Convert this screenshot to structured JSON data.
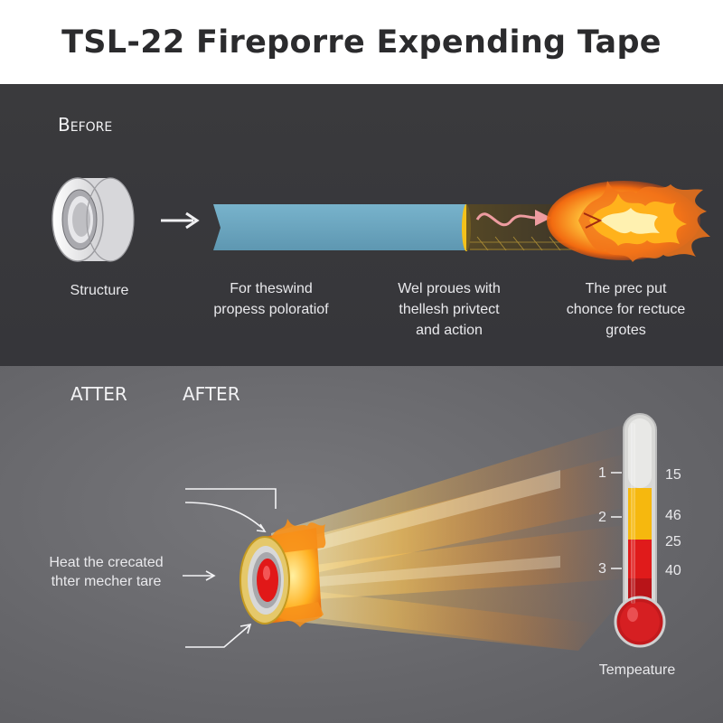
{
  "title": "TSL-22 Fireporre Expending Tape",
  "before": {
    "label": "Before",
    "captions": [
      {
        "lines": [
          "Structure"
        ]
      },
      {
        "lines": [
          "For theswind",
          "propess poloratiof"
        ]
      },
      {
        "lines": [
          "Wel proues with",
          "thellesh privtect",
          "and action"
        ]
      },
      {
        "lines": [
          "The prec put",
          "chonce for rectuce",
          "grotes"
        ]
      }
    ]
  },
  "after": {
    "labels": [
      "ATTER",
      "AFTER"
    ],
    "heat_caption": [
      "Heat the crecated",
      "thter mecher tare"
    ]
  },
  "thermometer": {
    "left_ticks": [
      "1",
      "2",
      "3"
    ],
    "right_values": [
      "15",
      "46",
      "25",
      "40"
    ],
    "label": "Tempeature",
    "colors": {
      "tube": "#e8e8e6",
      "yellow": "#f6b80e",
      "red": "#e01b1b",
      "dark_red": "#b81418"
    }
  },
  "colors": {
    "before_bg": "#3a3a3d",
    "after_bg": "#6b6b6f",
    "tape_blue": "#6aa5c0",
    "flame_orange": "#f07a10"
  }
}
